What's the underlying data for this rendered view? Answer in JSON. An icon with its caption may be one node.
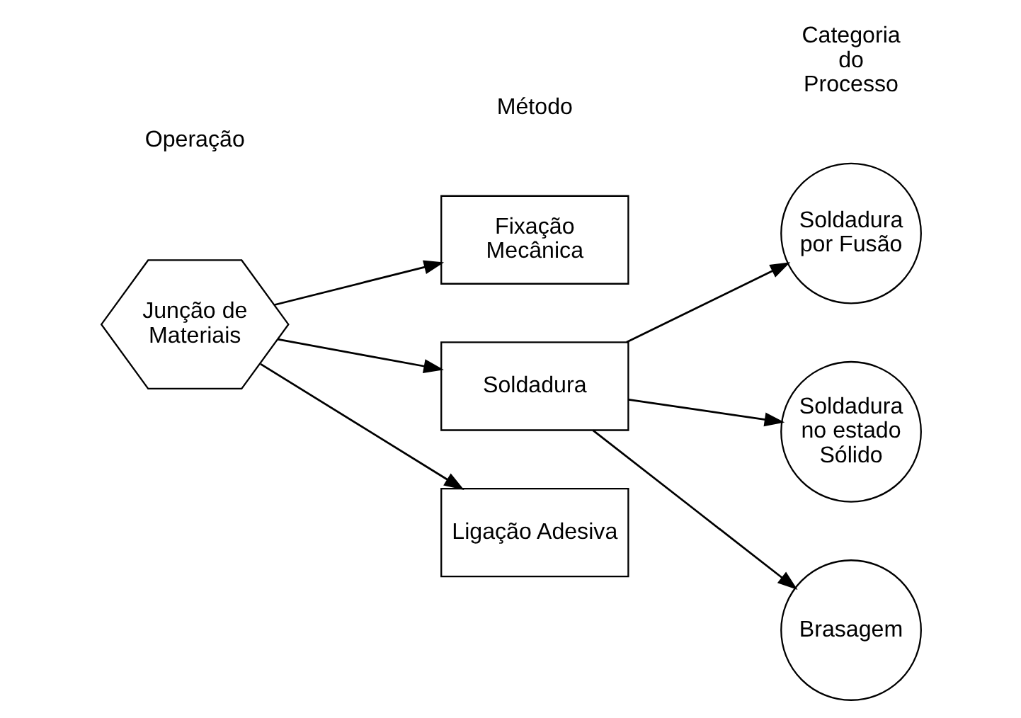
{
  "diagram": {
    "nodes": [
      {
        "text": [
          "Junção de Materiais"
        ]
      },
      {
        "text": [
          "Fixação Mecânica"
        ]
      },
      {
        "text": [
          "Soldadura"
        ]
      },
      {
        "text": [
          "Ligação Adesiva"
        ]
      },
      {
        "text": [
          "Soldadura por Fusão"
        ]
      },
      {
        "text": [
          "Soldadura no estado Sólido"
        ]
      },
      {
        "text": [
          "Brasagem"
        ]
      }
    ],
    "edges": [
      {
        "from": 0,
        "to": 1,
        "arrow": "to"
      },
      {
        "from": 0,
        "to": 2,
        "arrow": "to"
      },
      {
        "from": 0,
        "to": 3,
        "arrow": "to"
      },
      {
        "from": 2,
        "to": 4,
        "arrow": "to"
      },
      {
        "from": 2,
        "to": 5,
        "arrow": "to"
      },
      {
        "from": 2,
        "to": 6,
        "arrow": "to"
      }
    ],
    "labels": [
      "Operação",
      "Método",
      "Categoria do Processo"
    ]
  }
}
